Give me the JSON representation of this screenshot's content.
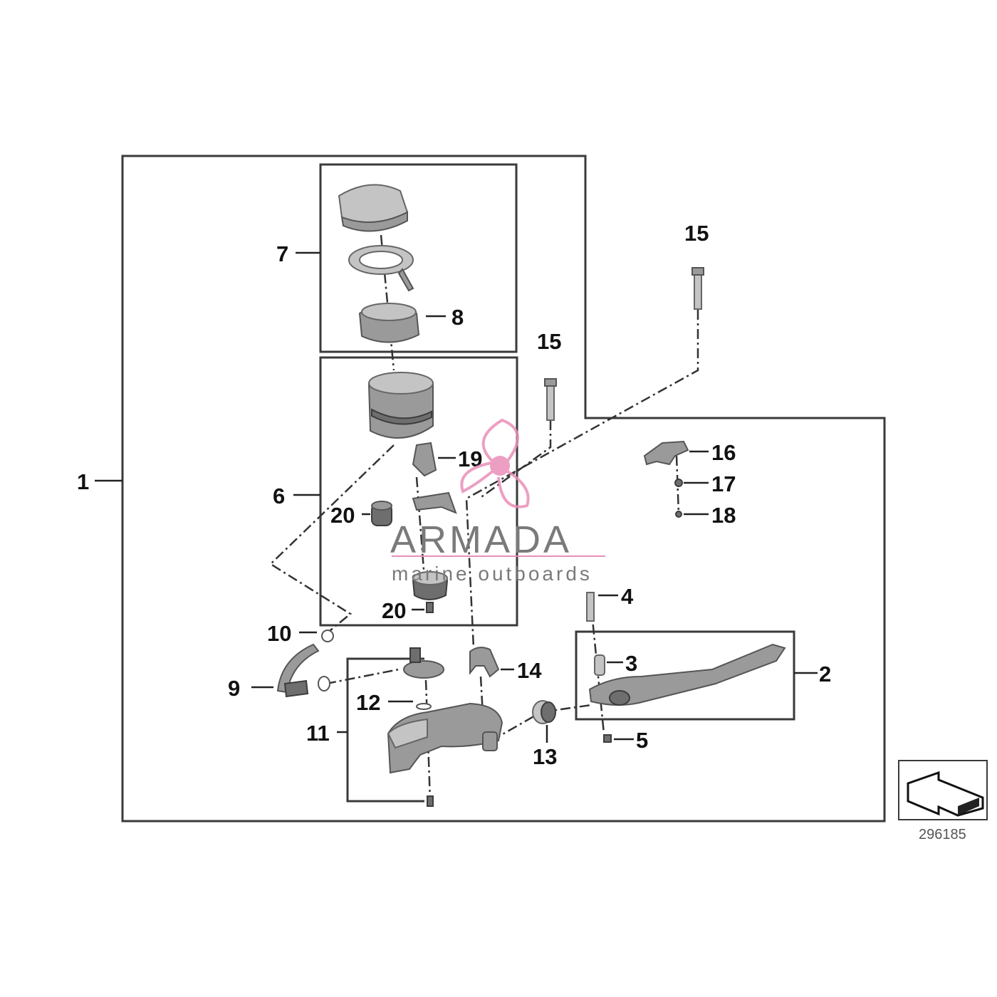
{
  "callouts": {
    "c1": "1",
    "c2": "2",
    "c3": "3",
    "c4": "4",
    "c5": "5",
    "c6": "6",
    "c7": "7",
    "c8": "8",
    "c9": "9",
    "c10": "10",
    "c11": "11",
    "c12": "12",
    "c13": "13",
    "c14": "14",
    "c15a": "15",
    "c15b": "15",
    "c16": "16",
    "c17": "17",
    "c18": "18",
    "c19": "19",
    "c20a": "20",
    "c20b": "20"
  },
  "watermark": {
    "brand": "ARMADA",
    "tagline": "marine outboards",
    "accent_color": "#e98fb8"
  },
  "reference_number": "296185",
  "nav_icon": "arrow-back-icon"
}
